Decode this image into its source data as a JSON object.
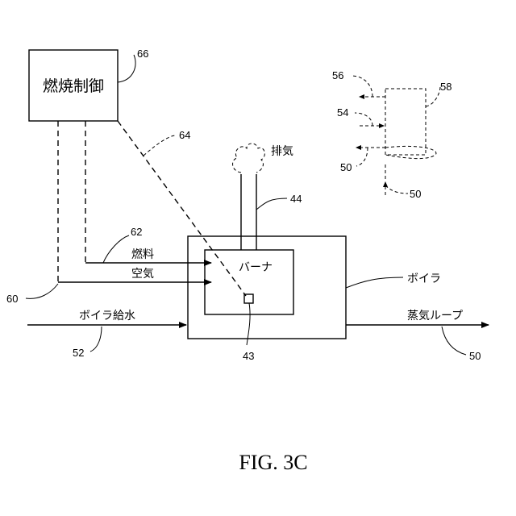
{
  "blocks": {
    "combustion_control": "燃焼制御",
    "burner": "バーナ",
    "boiler": "ボイラ"
  },
  "flows": {
    "fuel": "燃料",
    "air": "空気",
    "feedwater": "ボイラ給水",
    "steam_loop": "蒸気ループ",
    "exhaust": "排気"
  },
  "refs": {
    "r66": "66",
    "r64": "64",
    "r62": "62",
    "r60": "60",
    "r52": "52",
    "r44": "44",
    "r43": "43",
    "r50_steam": "50",
    "r56": "56",
    "r58": "58",
    "r54": "54",
    "r50_legend_a": "50",
    "r50_legend_b": "50"
  },
  "caption": "FIG. 3C"
}
